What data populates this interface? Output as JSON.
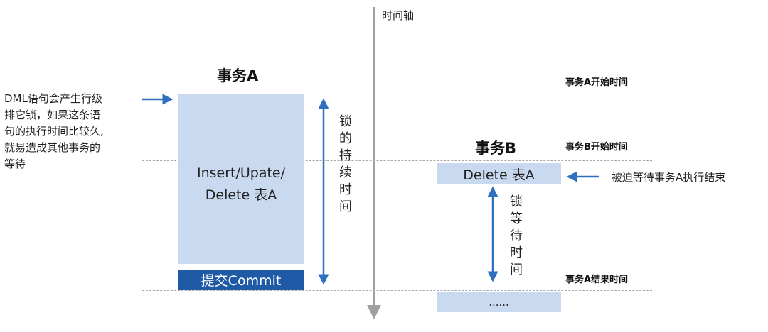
{
  "time_axis": {
    "label": "时间轴"
  },
  "txA": {
    "title": "事务A",
    "note_lines": [
      "DML语句会产生行级",
      "排它锁，如果这条语",
      "句的执行时间比较久,",
      "就易造成其他事务的",
      "等待"
    ],
    "statement_lines": [
      "Insert/Upate/",
      "Delete 表A"
    ],
    "commit_label": "提交Commit",
    "lock_duration_label": "锁的持续时间"
  },
  "txB": {
    "title": "事务B",
    "statement": "Delete 表A",
    "ellipsis": "......",
    "wait_note": "被迫等待事务A执行结束",
    "lock_wait_label": "锁等待时间"
  },
  "markers": {
    "a_start": "事务A开始时间",
    "b_start": "事务B开始时间",
    "a_end": "事务A结果时间"
  },
  "colors": {
    "box_fill": "#c9d9ef",
    "commit_fill": "#1f5aa6",
    "arrow_blue": "#2e6fc0",
    "axis_gray": "#a0a0a0",
    "dash_gray": "#a8a8a8"
  }
}
